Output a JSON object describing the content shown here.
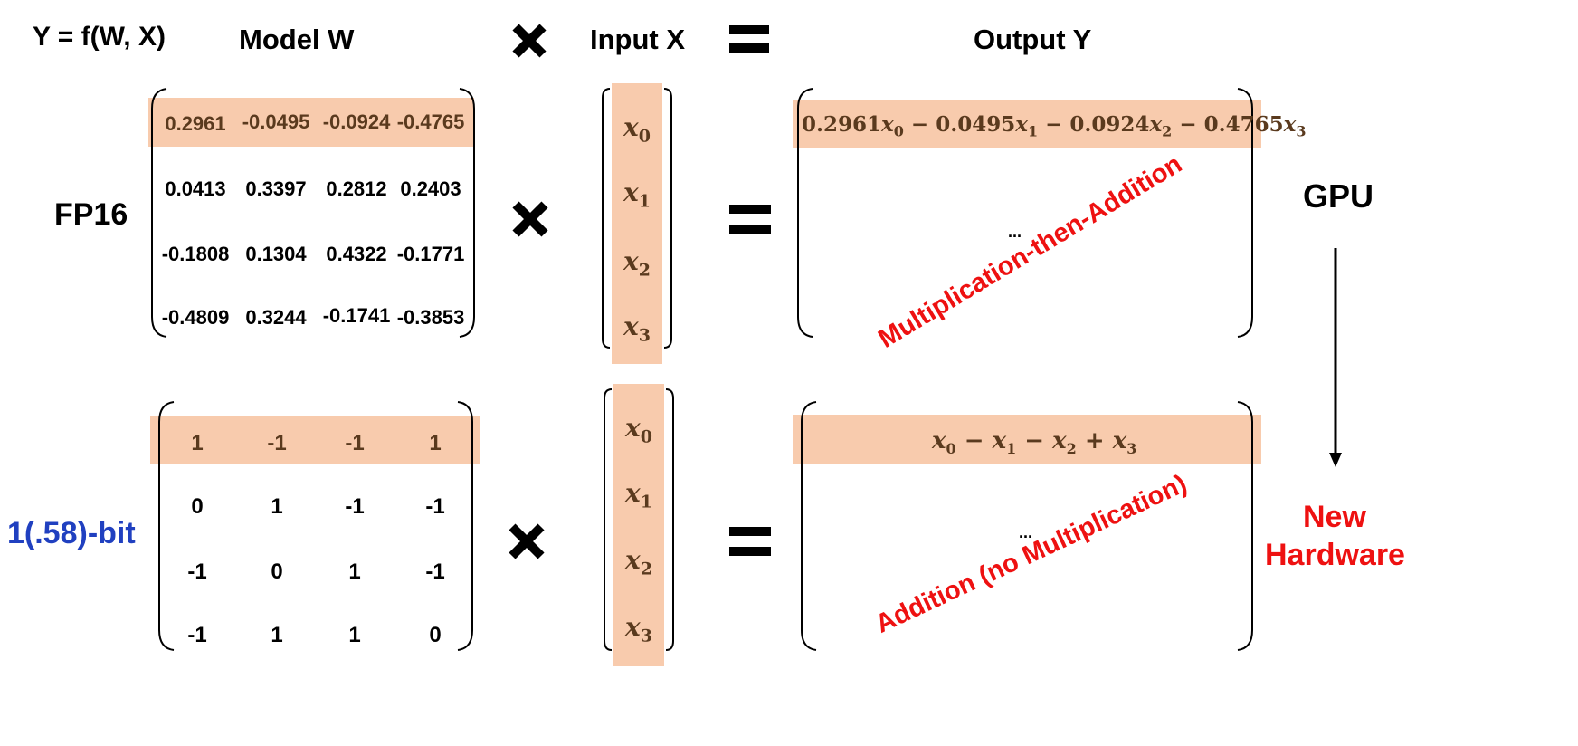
{
  "headers": {
    "formula": "Y = f(W, X)",
    "model": "Model W",
    "input": "Input X",
    "output": "Output Y"
  },
  "rows": {
    "fp16_label": "FP16",
    "bit_label": "1(.58)-bit"
  },
  "fp16_matrix": [
    [
      "0.2961",
      "-0.0495",
      "-0.0924",
      "-0.4765"
    ],
    [
      "0.0413",
      "0.3397",
      "0.2812",
      "0.2403"
    ],
    [
      "-0.1808",
      "0.1304",
      "0.4322",
      "-0.1771"
    ],
    [
      "-0.4809",
      "0.3244",
      "-0.1741",
      "-0.3853"
    ]
  ],
  "bit_matrix": [
    [
      "1",
      "-1",
      "-1",
      "1"
    ],
    [
      "0",
      "1",
      "-1",
      "-1"
    ],
    [
      "-1",
      "0",
      "1",
      "-1"
    ],
    [
      "-1",
      "1",
      "1",
      "0"
    ]
  ],
  "input_vector": {
    "symbol": "x",
    "subscripts": [
      "0",
      "1",
      "2",
      "3"
    ]
  },
  "outputs": {
    "fp16_coefficients": [
      "0.2961",
      "0.0495",
      "0.0924",
      "0.4765"
    ],
    "fp16_operators": [
      "−",
      "−",
      "−"
    ],
    "bit_operators": [
      "−",
      "−",
      "+"
    ],
    "ellipsis": "..."
  },
  "annotations": {
    "fp16_op": "Multiplication-then-Addition",
    "bit_op": "Addition (no Multiplication)"
  },
  "hardware": {
    "gpu": "GPU",
    "new_line1": "New",
    "new_line2": "Hardware"
  },
  "colors": {
    "highlight": "#f8cbad",
    "accent_red": "#ee1111",
    "accent_blue": "#2040c0",
    "entry_brown": "#5a3a1e"
  },
  "icons": {
    "times": "multiply-sign-icon",
    "equals": "equals-sign-icon",
    "arrow": "down-arrow-icon"
  }
}
